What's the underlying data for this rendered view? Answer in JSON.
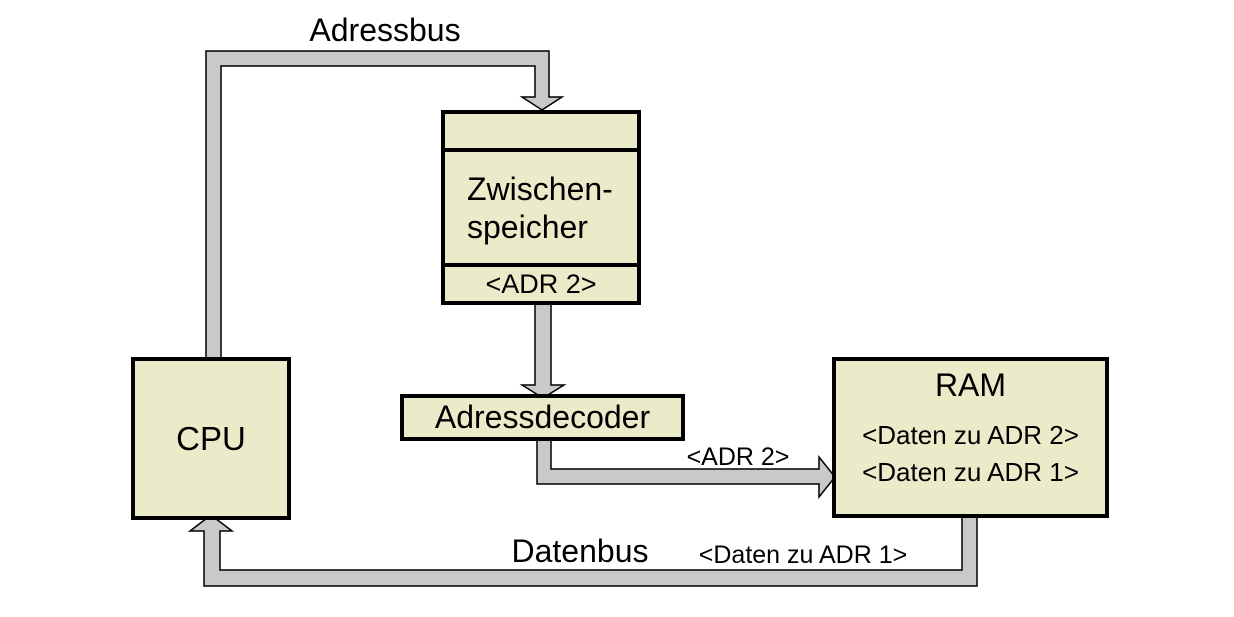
{
  "diagram": {
    "colors": {
      "background": "#ffffff",
      "box_fill": "#ebebc9",
      "box_border": "#000000",
      "bus_fill": "#c9c9c9",
      "bus_outline": "#000000",
      "text": "#000000"
    },
    "nodes": {
      "cpu": {
        "label": "CPU"
      },
      "buffer": {
        "line1": "Zwischen-",
        "line2": "speicher",
        "register": "<ADR 2>"
      },
      "decoder": {
        "label": "Adressdecoder"
      },
      "ram": {
        "label": "RAM",
        "row1": "<Daten zu ADR 2>",
        "row2": "<Daten zu ADR 1>"
      }
    },
    "buses": {
      "adressbus": {
        "label": "Adressbus"
      },
      "decoder_to_ram": {
        "label": "<ADR 2>"
      },
      "datenbus": {
        "label": "Datenbus",
        "data_label": "<Daten zu ADR 1>"
      }
    }
  }
}
